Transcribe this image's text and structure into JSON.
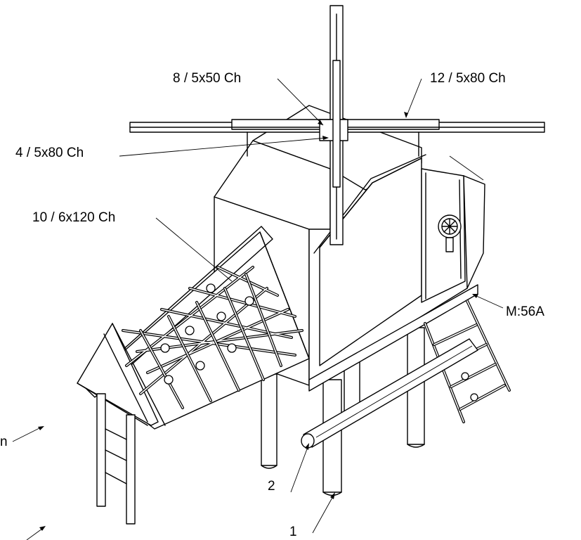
{
  "labels": {
    "part_8": "8 / 5x50 Ch",
    "part_12": "12 / 5x80 Ch",
    "part_4": "4 / 5x80 Ch",
    "part_10": "10 / 6x120 Ch",
    "part_m56a": "M:56A",
    "part_2": "2",
    "part_1": "1",
    "part_edge": "n"
  }
}
